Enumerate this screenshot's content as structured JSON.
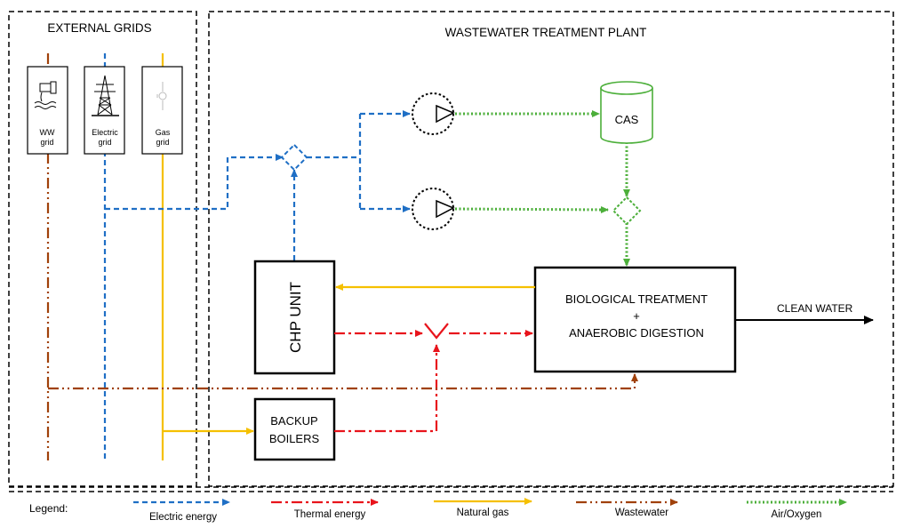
{
  "sections": {
    "external": "EXTERNAL GRIDS",
    "plant": "WASTEWATER TREATMENT PLANT"
  },
  "grids": {
    "ww": {
      "line1": "WW",
      "line2": "grid",
      "icon": "wastewater-pipe-icon"
    },
    "electric": {
      "line1": "Electric",
      "line2": "grid",
      "icon": "power-pylon-icon"
    },
    "gas": {
      "line1": "Gas",
      "line2": "grid",
      "icon": "gas-valve-icon"
    }
  },
  "components": {
    "cas": "CAS",
    "chp": "CHP UNIT",
    "bio_line1": "BIOLOGICAL TREATMENT",
    "bio_line2": "+",
    "bio_line3": "ANAEROBIC DIGESTION",
    "backup_line1": "BACKUP",
    "backup_line2": "BOILERS",
    "clean_water": "CLEAN WATER"
  },
  "legend": {
    "title": "Legend:",
    "items": [
      {
        "label": "Electric energy",
        "color": "#1f6fc5",
        "style": "dashed"
      },
      {
        "label": "Thermal energy",
        "color": "#e8141c",
        "style": "dash-dot"
      },
      {
        "label": "Natural gas",
        "color": "#f5c000",
        "style": "solid"
      },
      {
        "label": "Wastewater",
        "color": "#a0410a",
        "style": "dash-dot-dot"
      },
      {
        "label": "Air/Oxygen",
        "color": "#4caf3a",
        "style": "dotted"
      }
    ]
  },
  "colors": {
    "electric": "#1f6fc5",
    "thermal": "#e8141c",
    "gas": "#f5c000",
    "wastewater": "#a0410a",
    "air": "#4caf3a"
  }
}
